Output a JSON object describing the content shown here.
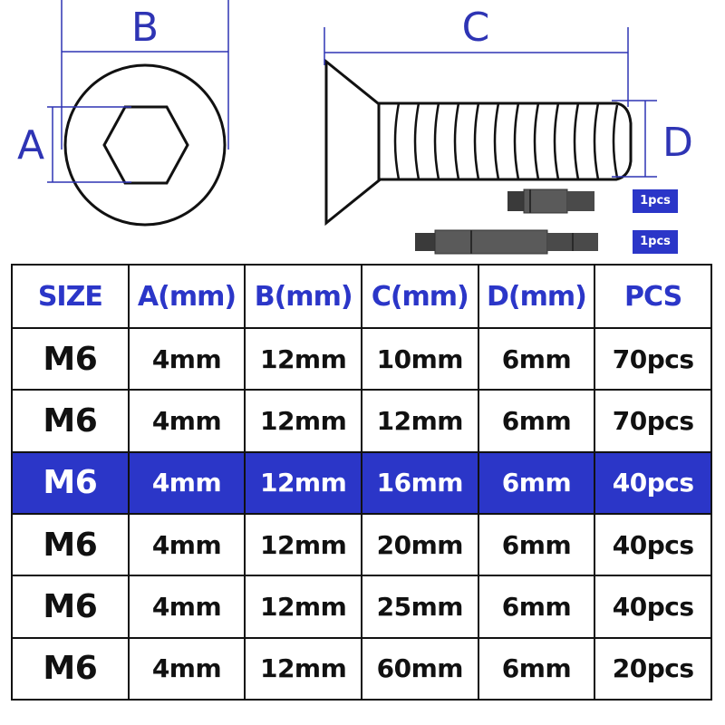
{
  "dimension_labels": {
    "a": "A",
    "b": "B",
    "c": "C",
    "d": "D"
  },
  "bits": [
    {
      "qty": "1pcs"
    },
    {
      "qty": "1pcs"
    }
  ],
  "colors": {
    "accent": "#2b36c8",
    "dimension": "#2e34b4",
    "line": "#111111"
  },
  "table": {
    "headers": [
      "SIZE",
      "A(mm)",
      "B(mm)",
      "C(mm)",
      "D(mm)",
      "PCS"
    ],
    "highlight_row": 2,
    "rows": [
      [
        "M6",
        "4mm",
        "12mm",
        "10mm",
        "6mm",
        "70pcs"
      ],
      [
        "M6",
        "4mm",
        "12mm",
        "12mm",
        "6mm",
        "70pcs"
      ],
      [
        "M6",
        "4mm",
        "12mm",
        "16mm",
        "6mm",
        "40pcs"
      ],
      [
        "M6",
        "4mm",
        "12mm",
        "20mm",
        "6mm",
        "40pcs"
      ],
      [
        "M6",
        "4mm",
        "12mm",
        "25mm",
        "6mm",
        "40pcs"
      ],
      [
        "M6",
        "4mm",
        "12mm",
        "60mm",
        "6mm",
        "20pcs"
      ]
    ]
  }
}
